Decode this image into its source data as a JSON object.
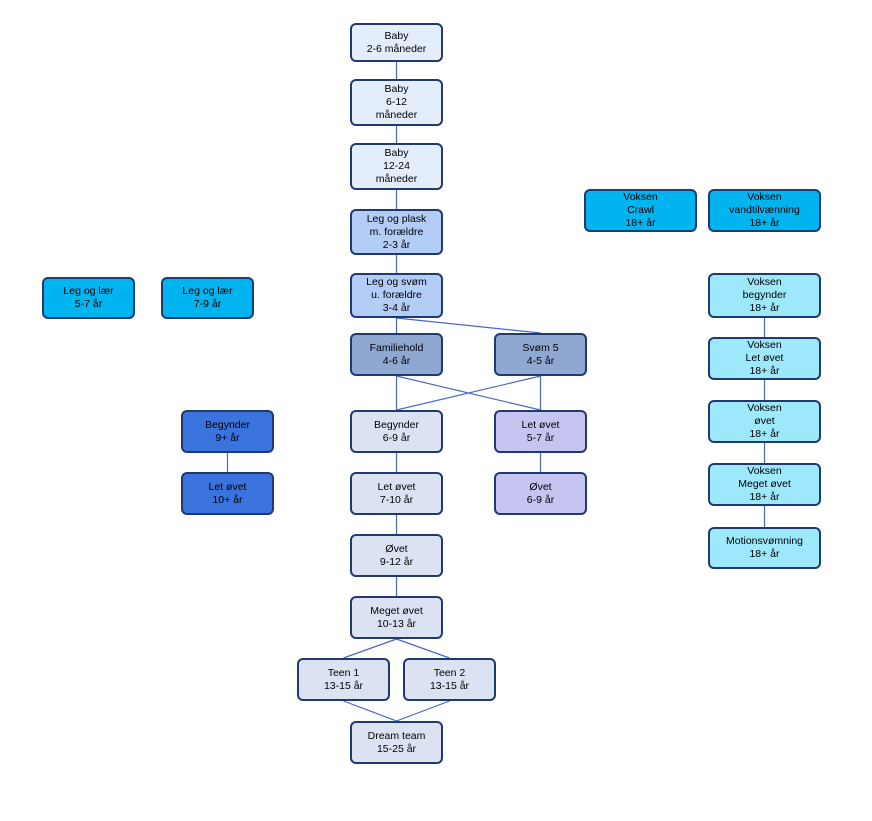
{
  "nodes": {
    "baby_2_6": "Baby\n2-6 måneder",
    "baby_6_12": "Baby\n6-12\nmåneder",
    "baby_12_24": "Baby\n12-24\nmåneder",
    "leg_plask": "Leg og plask\nm. forældre\n2-3 år",
    "leg_svom": "Leg og svøm\nu. forældre\n3-4 år",
    "familiehold": "Familiehold\n4-6 år",
    "svom5": "Svøm 5\n4-5 år",
    "begynder_6_9": "Begynder\n6-9 år",
    "let_ovet_5_7": "Let øvet\n5-7 år",
    "let_ovet_7_10": "Let øvet\n7-10 år",
    "ovet_6_9": "Øvet\n6-9 år",
    "ovet_9_12": "Øvet\n9-12 år",
    "meget_ovet": "Meget øvet\n10-13 år",
    "teen1": "Teen 1\n13-15 år",
    "teen2": "Teen 2\n13-15 år",
    "dream_team": "Dream team\n15-25 år",
    "leg_laer_5_7": "Leg og lær\n5-7 år",
    "leg_laer_7_9": "Leg og lær\n7-9 år",
    "begynder_9": "Begynder\n9+ år",
    "let_ovet_10": "Let øvet\n10+ år",
    "voksen_crawl": "Voksen\nCrawl\n18+ år",
    "voksen_vand": "Voksen\nvandtilvænning\n18+ år",
    "voksen_begynder": "Voksen\nbegynder\n18+ år",
    "voksen_let_ovet": "Voksen\nLet øvet\n18+ år",
    "voksen_ovet": "Voksen\nøvet\n18+ år",
    "voksen_meget_ovet": "Voksen\nMeget øvet\n18+ år",
    "motionsvomning": "Motionsvømning\n18+ år"
  },
  "colors": {
    "baby": "#e4edfb",
    "parent": "#b3cdf6",
    "mid": "#8ea8d2",
    "swim": "#dbe3f3",
    "lavender": "#c6c4f1",
    "bright_blue": "#00b4ef",
    "dark_blue": "#3a72de",
    "aqua": "#9ee8fb",
    "border": "#1f3a6e",
    "connector": "#4a66c8"
  },
  "connections": [
    [
      "baby_2_6",
      "baby_6_12"
    ],
    [
      "baby_6_12",
      "baby_12_24"
    ],
    [
      "baby_12_24",
      "leg_plask"
    ],
    [
      "leg_plask",
      "leg_svom"
    ],
    [
      "leg_svom",
      "familiehold"
    ],
    [
      "leg_svom",
      "svom5"
    ],
    [
      "familiehold",
      "begynder_6_9"
    ],
    [
      "familiehold",
      "let_ovet_5_7"
    ],
    [
      "svom5",
      "begynder_6_9"
    ],
    [
      "svom5",
      "let_ovet_5_7"
    ],
    [
      "begynder_6_9",
      "let_ovet_7_10"
    ],
    [
      "let_ovet_5_7",
      "ovet_6_9"
    ],
    [
      "let_ovet_7_10",
      "ovet_9_12"
    ],
    [
      "ovet_9_12",
      "meget_ovet"
    ],
    [
      "meget_ovet",
      "teen1"
    ],
    [
      "meget_ovet",
      "teen2"
    ],
    [
      "teen1",
      "dream_team"
    ],
    [
      "teen2",
      "dream_team"
    ],
    [
      "begynder_9",
      "let_ovet_10"
    ],
    [
      "voksen_begynder",
      "voksen_let_ovet"
    ],
    [
      "voksen_let_ovet",
      "voksen_ovet"
    ],
    [
      "voksen_ovet",
      "voksen_meget_ovet"
    ],
    [
      "voksen_meget_ovet",
      "motionsvomning"
    ]
  ]
}
